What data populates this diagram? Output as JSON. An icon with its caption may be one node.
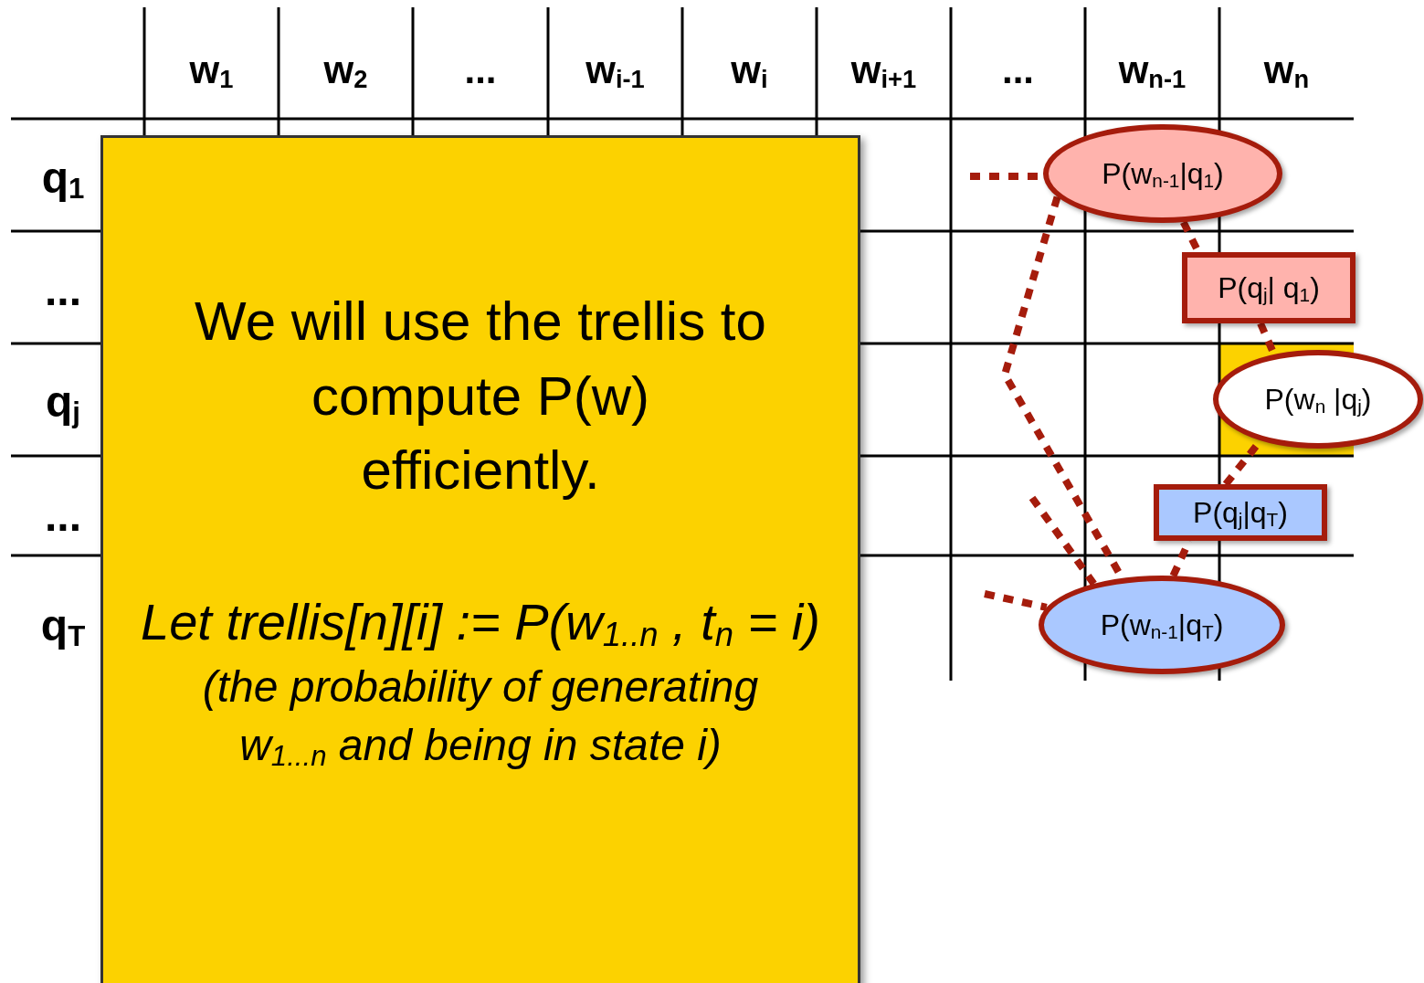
{
  "diagram": {
    "nodes": [
      {
        "text": [
          "We will use the trellis to compute P(w) efficiently.",
          "Let trellis[n][i] := P(w$_{1..n}$ , t$_{n}$ = i)",
          "(the probability of generating w$_{1...n}$ and being in state i)"
        ]
      },
      {
        "text": [
          "P(w$_{n-1}$|q$_{1}$)"
        ]
      },
      {
        "text": [
          "P(q$_{j}$| q$_{1}$)"
        ]
      },
      {
        "text": [
          "P(w$_{n}$ |q$_{j}$)"
        ]
      },
      {
        "text": [
          "P(q$_{j}$|q$_{T}$)"
        ]
      },
      {
        "text": [
          "P(w$_{n-1}$|q$_{T}$)"
        ]
      }
    ],
    "edges": [
      {
        "from": null,
        "to": 1,
        "arrow": "none",
        "style": "dashed",
        "color": "#a51c0c"
      },
      {
        "from": 1,
        "to": 2,
        "arrow": "none",
        "style": "dashed",
        "color": "#a51c0c"
      },
      {
        "from": 2,
        "to": 3,
        "arrow": "none",
        "style": "dashed",
        "color": "#a51c0c"
      },
      {
        "from": 1,
        "to": 5,
        "arrow": "none",
        "style": "dashed",
        "color": "#a51c0c"
      },
      {
        "from": null,
        "to": 5,
        "arrow": "none",
        "style": "dashed",
        "color": "#a51c0c"
      },
      {
        "from": null,
        "to": 5,
        "arrow": "none",
        "style": "dashed",
        "color": "#a51c0c"
      },
      {
        "from": 5,
        "to": 4,
        "arrow": "none",
        "style": "dashed",
        "color": "#a51c0c"
      },
      {
        "from": 4,
        "to": 3,
        "arrow": "none",
        "style": "dashed",
        "color": "#a51c0c"
      }
    ],
    "labels": [
      "w$_{1}$",
      "w$_{2}$",
      "...",
      "w$_{i-1}$",
      "w$_{i}$",
      "w$_{i+1}$",
      "...",
      "w$_{n-1}$",
      "w$_{n}$",
      "q$_{1}$",
      "...",
      "q$_{j}$",
      "...",
      "q$_{T}$"
    ]
  }
}
